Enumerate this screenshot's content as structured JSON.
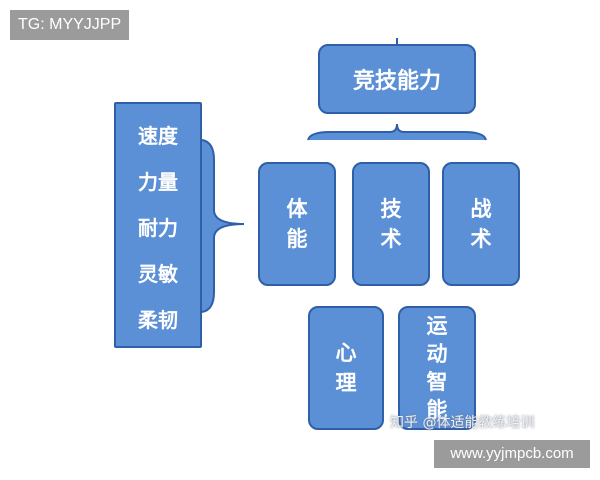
{
  "tag_label": "TG: MYYJJPP",
  "url_label": "www.yyjmpcb.com",
  "watermark": "知乎 @体适能教练培训",
  "top_box": "竞技能力",
  "list_items": [
    "速度",
    "力量",
    "耐力",
    "灵敏",
    "柔韧"
  ],
  "boxes": {
    "tineng": [
      "体",
      "能"
    ],
    "jishu": [
      "技",
      "术"
    ],
    "zhanshu": [
      "战",
      "术"
    ],
    "xinli": [
      "心",
      "理"
    ],
    "yundong": [
      "运",
      "动",
      "智",
      "能"
    ]
  },
  "colors": {
    "box_fill": "#5b8fd6",
    "box_border": "#2f5fa8",
    "label_bg": "#9b9b9b"
  }
}
